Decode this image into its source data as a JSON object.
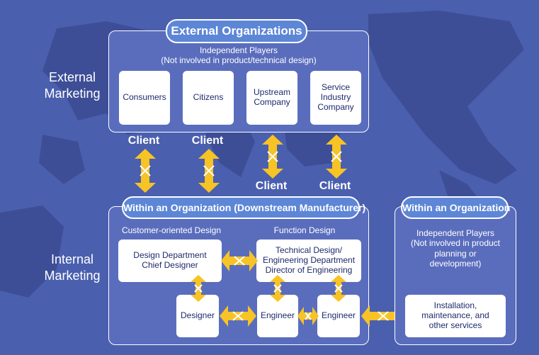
{
  "left_labels": {
    "external": "External\nMarketing",
    "internal": "Internal\nMarketing"
  },
  "external_orgs": {
    "title": "External Organizations",
    "subtitle": "Independent Players\n(Not involved in product/technical design)",
    "boxes": [
      "Consumers",
      "Citizens",
      "Upstream\nCompany",
      "Service\nIndustry\nCompany"
    ]
  },
  "client_label": "Client",
  "downstream": {
    "title": "Within an Organization (Downstream Manufacturer)",
    "customer_design_label": "Customer-oriented Design",
    "function_design_label": "Function Design",
    "design_dept": "Design Department\nChief Designer",
    "tech_dept": "Technical Design/\nEngineering Department\nDirector of Engineering",
    "designer": "Designer",
    "engineer1": "Engineer",
    "engineer2": "Engineer"
  },
  "within_org": {
    "title": "Within an Organization",
    "subtitle": "Independent Players\n(Not involved in product\nplanning or\ndevelopment)",
    "box": "Installation,\nmaintenance, and\nother services"
  },
  "colors": {
    "background": "#4a5fae",
    "arrow": "#f7c325",
    "pill": "#5d86d6",
    "box_text": "#1f2a6b"
  }
}
